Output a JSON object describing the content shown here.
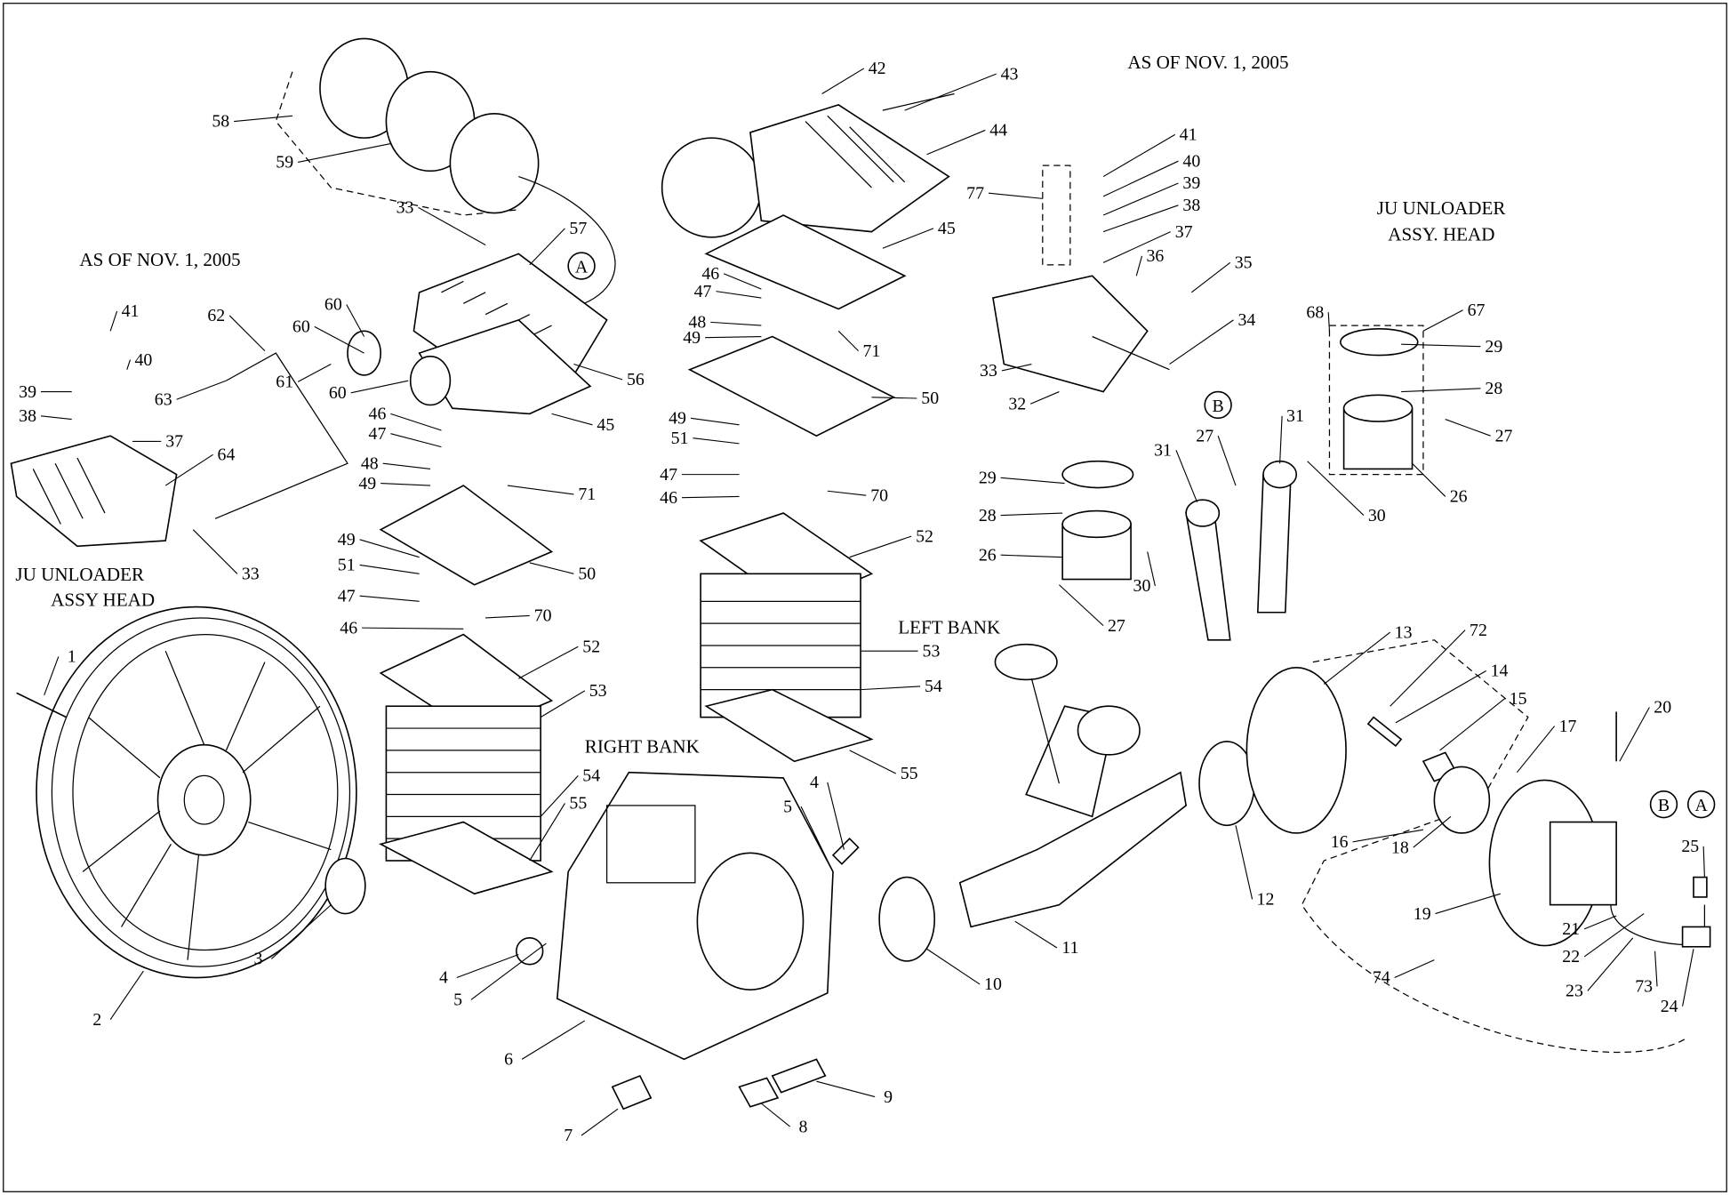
{
  "diagram": {
    "notes": {
      "as_of_top": "AS OF NOV. 1, 2005",
      "as_of_left": "AS OF NOV. 1, 2005",
      "ju_right_line1": "JU UNLOADER",
      "ju_right_line2": "ASSY. HEAD",
      "ju_left_line1": "JU UNLOADER",
      "ju_left_line2": "ASSY HEAD",
      "left_bank": "LEFT BANK",
      "right_bank": "RIGHT BANK"
    },
    "callouts": [
      "42",
      "43",
      "44",
      "45",
      "41",
      "40",
      "39",
      "38",
      "37",
      "36",
      "35",
      "34",
      "77",
      "58",
      "59",
      "33",
      "57",
      "62",
      "60",
      "60",
      "61",
      "60",
      "56",
      "45",
      "63",
      "41",
      "40",
      "39",
      "38",
      "37",
      "64",
      "33",
      "46",
      "47",
      "48",
      "49",
      "71",
      "50",
      "49",
      "51",
      "47",
      "46",
      "70",
      "52",
      "53",
      "54",
      "55",
      "46",
      "47",
      "48",
      "49",
      "71",
      "50",
      "49",
      "51",
      "47",
      "46",
      "70",
      "52",
      "53",
      "54",
      "55",
      "68",
      "67",
      "29",
      "28",
      "27",
      "26",
      "30",
      "31",
      "27",
      "31",
      "29",
      "28",
      "26",
      "27",
      "30",
      "33",
      "32",
      "1",
      "2",
      "3",
      "4",
      "5",
      "4",
      "5",
      "6",
      "7",
      "8",
      "9",
      "10",
      "11",
      "12",
      "13",
      "72",
      "14",
      "15",
      "17",
      "16",
      "18",
      "20",
      "25",
      "19",
      "21",
      "22",
      "23",
      "73",
      "24",
      "74"
    ],
    "connectors": [
      "A",
      "B",
      "B",
      "A"
    ]
  }
}
